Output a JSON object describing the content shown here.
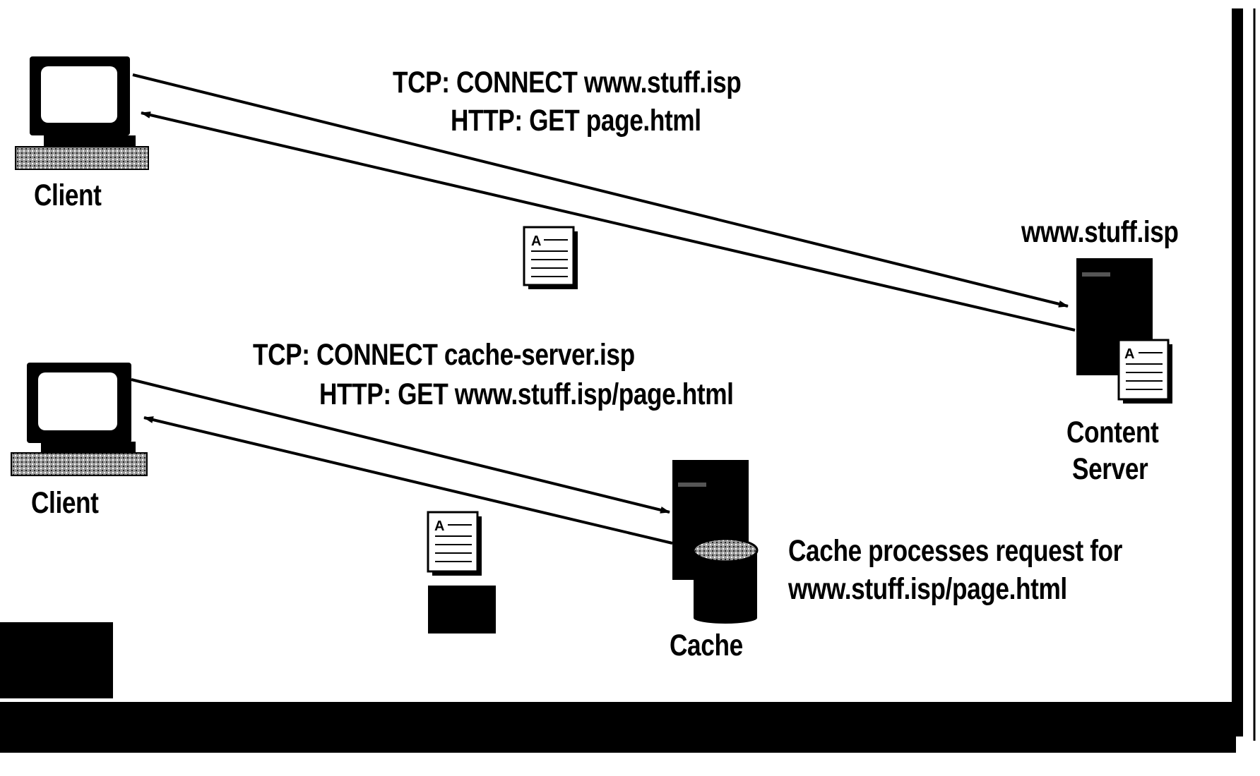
{
  "top": {
    "client_label": "Client",
    "request_line1": "TCP: CONNECT www.stuff.isp",
    "request_line2": "HTTP: GET page.html",
    "server_host": "www.stuff.isp",
    "server_label_line1": "Content",
    "server_label_line2": "Server"
  },
  "bottom": {
    "client_label": "Client",
    "request_line1": "TCP: CONNECT cache-server.isp",
    "request_line2": "HTTP: GET www.stuff.isp/page.html",
    "cache_label": "Cache",
    "note_line1": "Cache processes request for",
    "note_line2": "www.stuff.isp/page.html"
  },
  "document_icon_letter": "A"
}
